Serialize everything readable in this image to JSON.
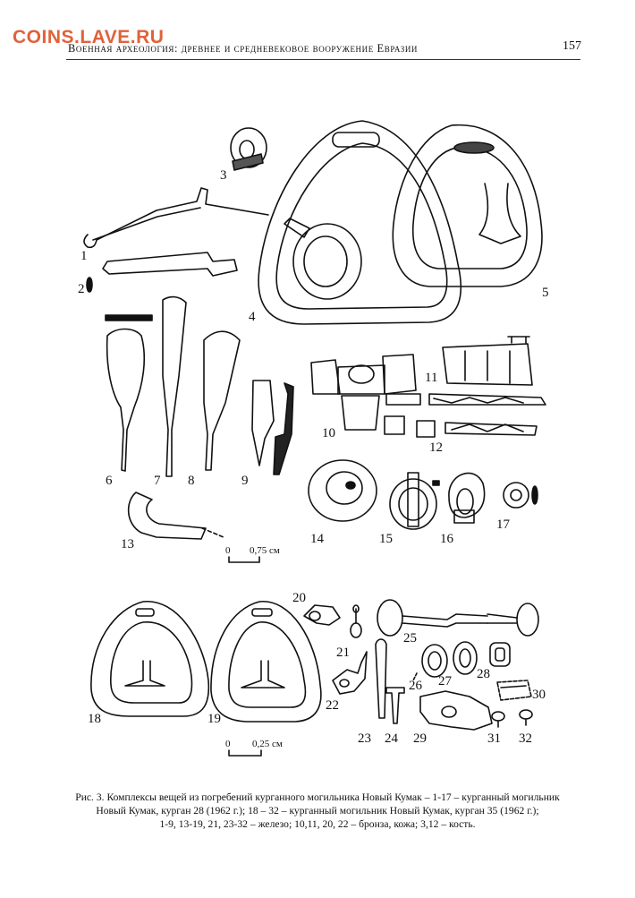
{
  "watermark": "COINS.LAVE.RU",
  "header": {
    "running_title": "Военная археология: древнее и средневековое вооружение Евразии",
    "page_number": "157"
  },
  "figure": {
    "labels_top": [
      "1",
      "2",
      "3",
      "4",
      "5",
      "6",
      "7",
      "8",
      "9",
      "10",
      "11",
      "12",
      "13",
      "14",
      "15",
      "16",
      "17"
    ],
    "labels_bottom": [
      "18",
      "19",
      "20",
      "21",
      "22",
      "23",
      "24",
      "25",
      "26",
      "27",
      "28",
      "29",
      "30",
      "31",
      "32"
    ],
    "scale_top": {
      "zero": "0",
      "value": "0,75 см"
    },
    "scale_bottom": {
      "zero": "0",
      "value": "0,25 см"
    }
  },
  "caption": {
    "line1": "Рис. 3. Комплексы вещей из погребений курганного могильника Новый Кумак – 1-17 – курганный могильник",
    "line2": "Новый Кумак, курган 28 (1962 г.); 18 – 32 – курганный могильник Новый Кумак, курган 35 (1962 г.);",
    "line3": "1-9, 13-19, 21, 23-32 – железо; 10,11, 20, 22 – бронза, кожа; 3,12 – кость."
  }
}
